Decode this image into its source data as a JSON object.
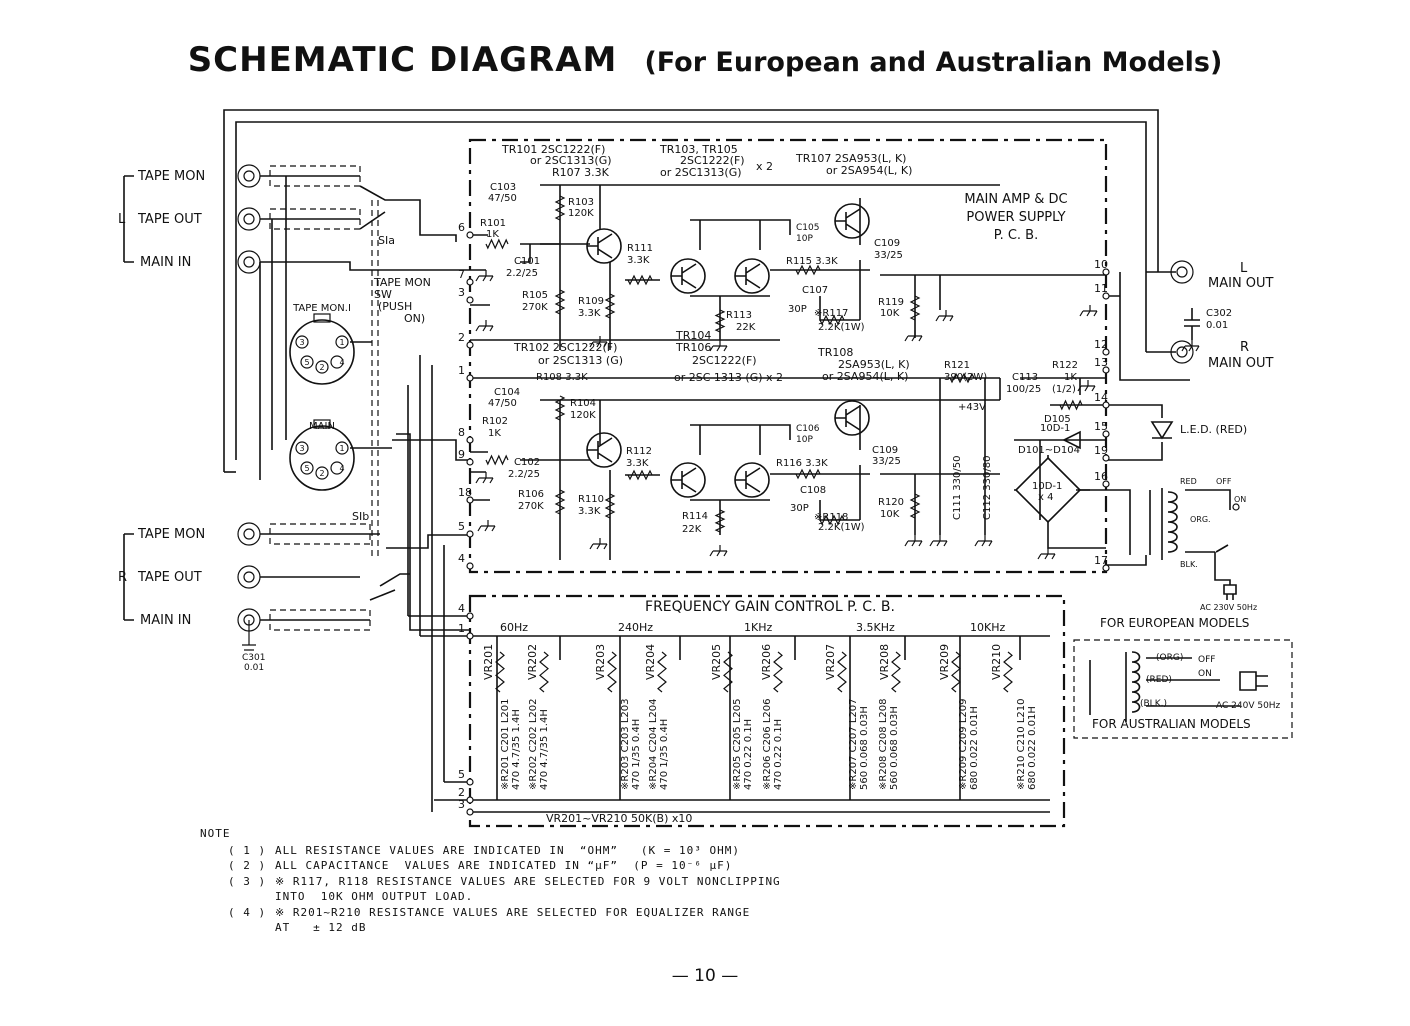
{
  "title": {
    "main": "SCHEMATIC DIAGRAM",
    "sub": "(For European and Australian Models)"
  },
  "jacks_left": {
    "bracket_l": "L",
    "bracket_r": "R",
    "tape_mon": "TAPE MON",
    "tape_out": "TAPE OUT",
    "main_in": "MAIN   IN",
    "c301": "C301",
    "c301_val": "0.01"
  },
  "connectors": {
    "tape_mon_1": "TAPE MON.I",
    "main": "MAIN",
    "pins": [
      "1",
      "2",
      "3",
      "4",
      "5"
    ]
  },
  "switch": {
    "s1a": "SIa",
    "s1b": "SIb",
    "label": [
      "TAPE MON",
      "SW",
      "(PUSH",
      "ON)"
    ]
  },
  "amp_pcb": {
    "title": [
      "MAIN AMP & DC",
      "POWER SUPPLY",
      "P. C. B."
    ],
    "tr101": "TR101  2SC1222(F)",
    "tr101b": "or  2SC1313(G)",
    "tr103": "TR103, TR105",
    "tr103b": "2SC1222(F)",
    "tr103c": "or 2SC1313(G)",
    "x2": "x 2",
    "tr107": "TR107  2SA953(L, K)",
    "tr107b": "or 2SA954(L, K)",
    "tr102": "TR102  2SC1222(F)",
    "tr102b": "or 2SC1313 (G)",
    "tr104": "TR104",
    "tr106": "TR106",
    "tr104b": "2SC1222(F)",
    "tr104c": "or 2SC 1313 (G) x 2",
    "tr108": "TR108",
    "tr108b": "2SA953(L, K)",
    "tr108c": "or 2SA954(L, K)",
    "r107": "R107  3.3K",
    "r103": "R103",
    "r103v": "120K",
    "c103": "C103",
    "c103v": "47/50",
    "r101": "R101",
    "r101v": "1K",
    "c101": "C101",
    "c101v": "2.2/25",
    "r105": "R105",
    "r105v": "270K",
    "r109": "R109",
    "r109v": "3.3K",
    "r111": "R111",
    "r111v": "3.3K",
    "r113": "R113",
    "r113v": "22K",
    "c105": "C105",
    "c105v": "10P",
    "c109": "C109",
    "c109v": "33/25",
    "r115": "R115  3.3K",
    "c107": "C107",
    "c107v": "30P",
    "r117": "※R117",
    "r117v": "2.2K(1W)",
    "r119": "R119",
    "r119v": "10K",
    "r108": "R108  3.3K",
    "c104": "C104",
    "c104v": "47/50",
    "r104": "R104",
    "r104v": "120K",
    "r102": "R102",
    "r102v": "1K",
    "c102": "C102",
    "c102v": "2.2/25",
    "r106": "R106",
    "r106v": "270K",
    "r110": "R110",
    "r110v": "3.3K",
    "r112": "R112",
    "r112v": "3.3K",
    "r114": "R114",
    "r114v": "22K",
    "c106": "C106",
    "c106v": "10P",
    "r116": "R116  3.3K",
    "c108": "C108",
    "c108v": "30P",
    "r118": "※R118",
    "r118v": "2.2K(1W)",
    "r120": "R120",
    "r120v": "10K",
    "c109b": "C109",
    "c109bv": "33/25",
    "r121": "R121",
    "r121v": "390(2W)",
    "v43": "+43V",
    "c113": "C113",
    "c113v": "100/25",
    "r122": "R122",
    "r122v": "1K",
    "r122w": "(1/2)",
    "d105": "D105",
    "d105v": "10D-1",
    "d101": "D101~D104",
    "bridge": "10D-1",
    "bridge_x": "x 4",
    "c111": "C111  330/50",
    "c112": "C112  330/80",
    "pins_left": [
      "6",
      "7",
      "3",
      "2",
      "1",
      "8",
      "9",
      "18",
      "5",
      "4"
    ],
    "pins_right": [
      "10",
      "11",
      "12",
      "13",
      "14",
      "15",
      "19",
      "16",
      "17"
    ]
  },
  "outputs": {
    "l": "L",
    "main_out": "MAIN OUT",
    "r": "R",
    "c302": "C302",
    "c302v": "0.01",
    "led": "L.E.D. (RED)"
  },
  "transformer": {
    "red": "RED",
    "off": "OFF",
    "on": "ON",
    "org": "ORG.",
    "blk": "BLK.",
    "ac": "AC 230V 50Hz",
    "european": "FOR EUROPEAN MODELS",
    "au_org": "(ORG)",
    "au_red": "(RED)",
    "au_blk": "(BLK.)",
    "au_off": "OFF",
    "au_on": "ON",
    "au_ac": "AC 240V 50Hz",
    "australian": "FOR AUSTRALIAN MODELS"
  },
  "eq_pcb": {
    "title": "FREQUENCY   GAIN   CONTROL   P. C. B.",
    "freqs": [
      "60Hz",
      "240Hz",
      "1KHz",
      "3.5KHz",
      "10KHz"
    ],
    "vr_labels": [
      "VR201",
      "VR202",
      "VR203",
      "VR204",
      "VR205",
      "VR206",
      "VR207",
      "VR208",
      "VR209",
      "VR210"
    ],
    "bands": [
      "※R201 C201 L201|470  4.7/35  1.4H",
      "※R202 C202 L202|470  4.7/35  1.4H",
      "※R203 C203 L203|470   1/35  0.4H",
      "※R204 C204 L204|470   1/35  0.4H",
      "※R205 C205 L205|470   0.22  0.1H",
      "※R206 C206 L206|470   0.22  0.1H",
      "※R207 C207 L207|560 0.068 0.03H",
      "※R208 C208 L208|560 0.068 0.03H",
      "※R209 C209 L209|680  0.022  0.01H",
      "※R210 C210 L210|680  0.022  0.01H"
    ],
    "vr_note": "VR201~VR210   50K(B)  x10",
    "pins": [
      "4",
      "1",
      "5",
      "2",
      "3"
    ]
  },
  "notes": {
    "heading": "NOTE",
    "items": [
      {
        "num": "( 1 )",
        "text": "ALL RESISTANCE VALUES ARE INDICATED IN  “OHM”   (K = 10³ OHM)"
      },
      {
        "num": "( 2 )",
        "text": "ALL CAPACITANCE  VALUES ARE INDICATED IN “μF”  (P = 10⁻⁶ μF)"
      },
      {
        "num": "( 3 )",
        "text": "※ R117, R118 RESISTANCE VALUES ARE SELECTED FOR 9 VOLT NONCLIPPING"
      },
      {
        "num": "",
        "text": "INTO  10K OHM OUTPUT LOAD."
      },
      {
        "num": "( 4 )",
        "text": "※ R201~R210 RESISTANCE VALUES ARE SELECTED FOR EQUALIZER RANGE"
      },
      {
        "num": "",
        "text": "AT   ± 12 dB"
      }
    ]
  },
  "page_number": "— 10 —"
}
